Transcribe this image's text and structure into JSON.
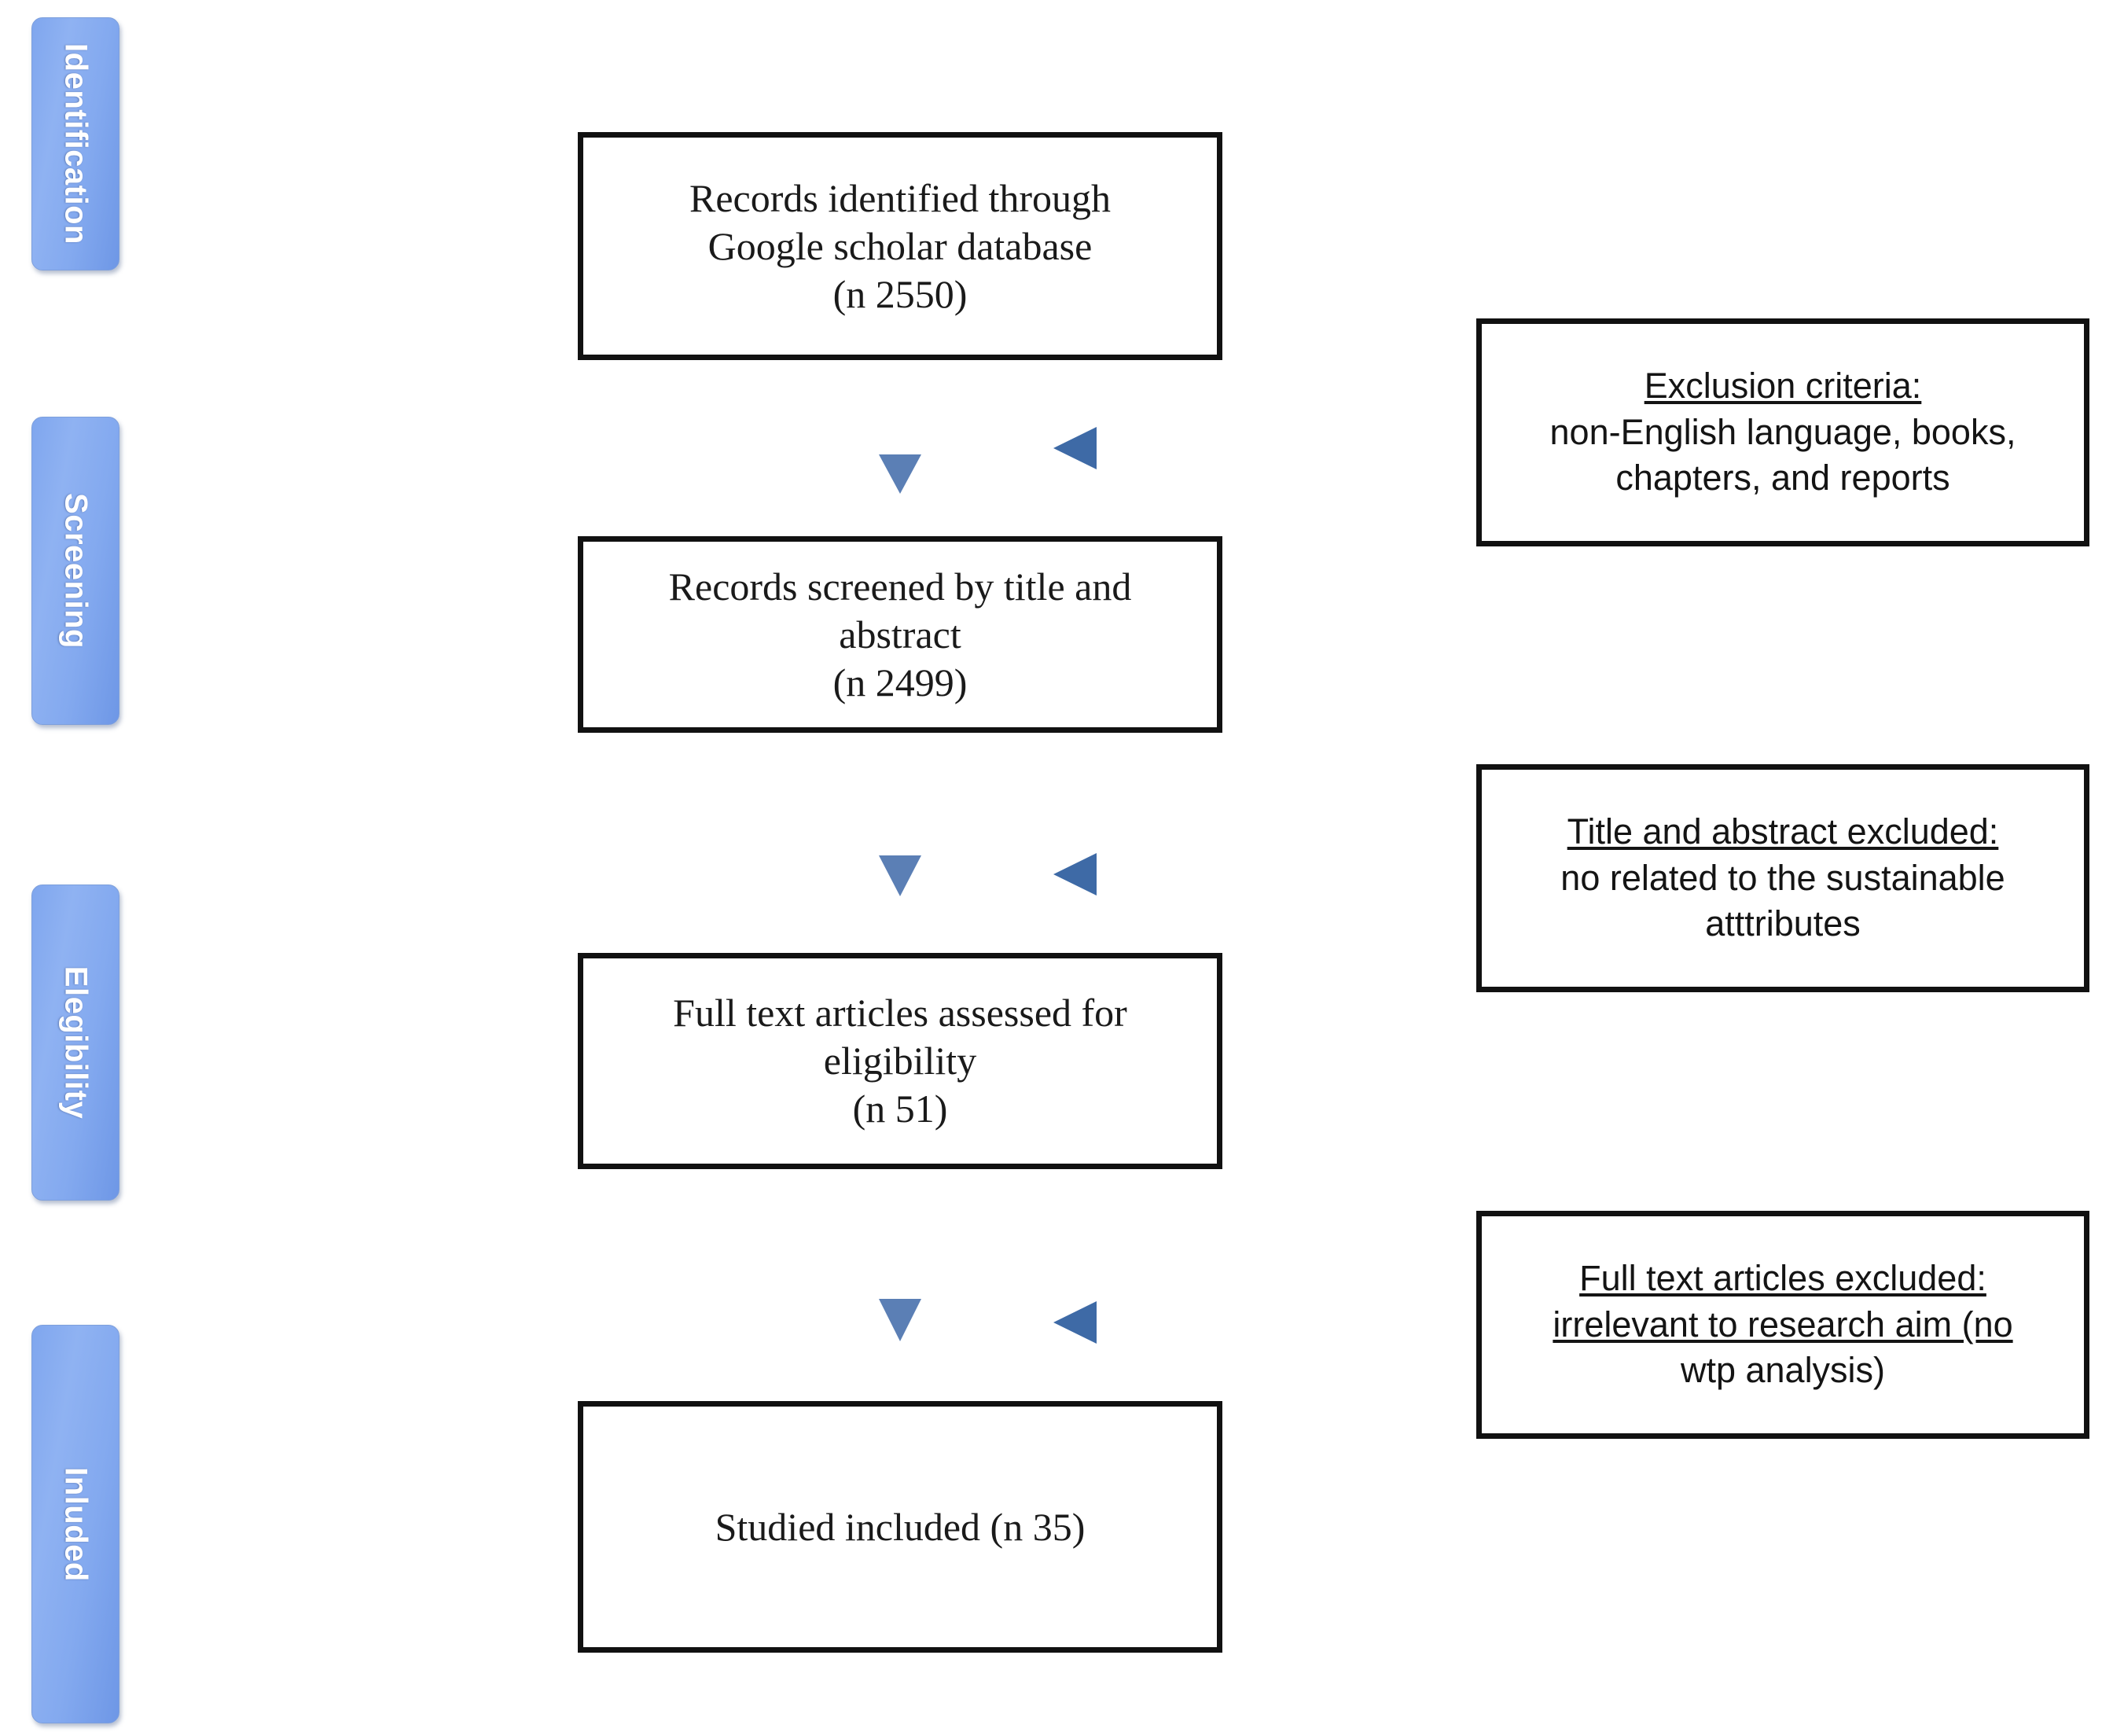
{
  "diagram": {
    "title": "PRISMA study selection flow diagram",
    "accent_color": "#5B7FB5",
    "stage_tab_color": "#8FB2F2",
    "box_border_color": "#111111"
  },
  "stages": [
    {
      "label": "Identification",
      "name": "stage-identification"
    },
    {
      "label": "Screening",
      "name": "stage-screening"
    },
    {
      "label": "Elegibility",
      "name": "stage-elegibility"
    },
    {
      "label": "Inluded",
      "name": "stage-inluded"
    }
  ],
  "flow_boxes": [
    {
      "id": "records-identified",
      "lines": [
        "Records identified through",
        "Google scholar database",
        "(n 2550)"
      ],
      "count": 2550
    },
    {
      "id": "records-screened",
      "lines": [
        "Records screened by title and",
        "abstract",
        "(n 2499)"
      ],
      "count": 2499
    },
    {
      "id": "full-text-assessed",
      "lines": [
        "Full text articles assessed for",
        "eligibility",
        "(n 51)"
      ],
      "count": 51
    },
    {
      "id": "studies-included",
      "lines": [
        "Studied included (n 35)"
      ],
      "count": 35
    }
  ],
  "exclusion_boxes": [
    {
      "id": "exclusion-criteria",
      "heading": "Exclusion criteria:",
      "body_lines": [
        "non-English language, books,",
        "chapters, and reports"
      ],
      "body_underlined": false
    },
    {
      "id": "title-abstract-excluded",
      "heading": "Title and abstract excluded:",
      "body_lines": [
        "no related to the sustainable",
        "atttributes"
      ],
      "body_underlined": false
    },
    {
      "id": "full-text-excluded",
      "heading": "Full text articles excluded:",
      "body_lines": [
        "irrelevant to research aim (no",
        "wtp analysis)"
      ],
      "body_underlined": true
    }
  ],
  "arrows": {
    "down_label": "down-arrow",
    "left_label": "left-arrow"
  }
}
